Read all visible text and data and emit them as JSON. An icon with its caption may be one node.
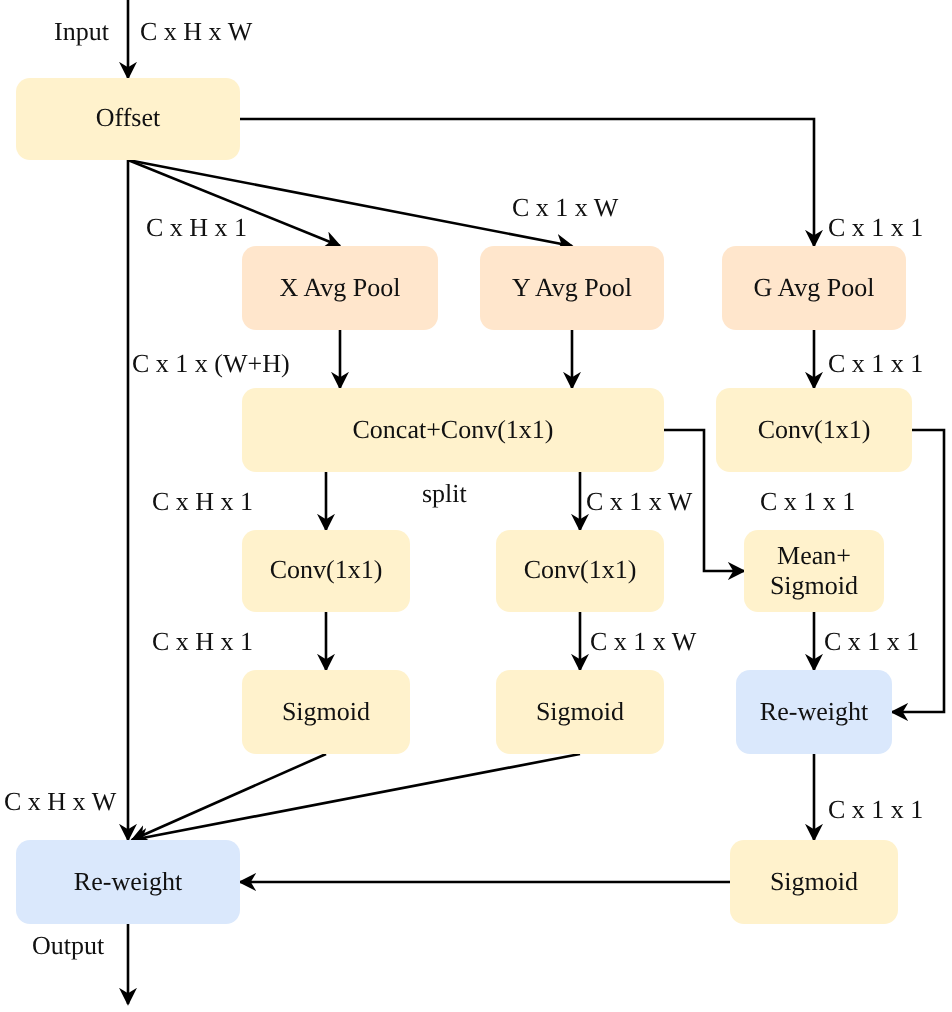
{
  "diagram": {
    "nodes": [
      {
        "text": [
          "Offset"
        ]
      },
      {
        "text": [
          "X Avg Pool"
        ]
      },
      {
        "text": [
          "Y Avg Pool"
        ]
      },
      {
        "text": [
          "G Avg Pool"
        ]
      },
      {
        "text": [
          "Concat+Conv(1x1)"
        ]
      },
      {
        "text": [
          "Conv(1x1)"
        ]
      },
      {
        "text": [
          "Conv(1x1)"
        ]
      },
      {
        "text": [
          "Conv(1x1)"
        ]
      },
      {
        "text": [
          "Mean+ Sigmoid"
        ]
      },
      {
        "text": [
          "Sigmoid"
        ]
      },
      {
        "text": [
          "Sigmoid"
        ]
      },
      {
        "text": [
          "Re-weight"
        ]
      },
      {
        "text": [
          "Re-weight"
        ]
      },
      {
        "text": [
          "Sigmoid"
        ]
      }
    ],
    "edges": [
      {
        "from": null,
        "to": 0,
        "arrow": "to"
      },
      {
        "from": 0,
        "to": 1,
        "arrow": "to"
      },
      {
        "from": 0,
        "to": 2,
        "arrow": "to"
      },
      {
        "from": 0,
        "to": 3,
        "arrow": "to"
      },
      {
        "from": 0,
        "to": 12,
        "arrow": "to"
      },
      {
        "from": 1,
        "to": 4,
        "arrow": "to"
      },
      {
        "from": 2,
        "to": 4,
        "arrow": "to"
      },
      {
        "from": 3,
        "to": 5,
        "arrow": "to"
      },
      {
        "from": 4,
        "to": 6,
        "arrow": "to"
      },
      {
        "from": 4,
        "to": 7,
        "arrow": "to"
      },
      {
        "from": 4,
        "to": 8,
        "arrow": "to"
      },
      {
        "from": 5,
        "to": 11,
        "arrow": "to"
      },
      {
        "from": 6,
        "to": 9,
        "arrow": "to"
      },
      {
        "from": 7,
        "to": 10,
        "arrow": "to"
      },
      {
        "from": 8,
        "to": 11,
        "arrow": "to"
      },
      {
        "from": 9,
        "to": 12,
        "arrow": "to"
      },
      {
        "from": 10,
        "to": 12,
        "arrow": "to"
      },
      {
        "from": 11,
        "to": 13,
        "arrow": "to"
      },
      {
        "from": 13,
        "to": 12,
        "arrow": "to"
      },
      {
        "from": 12,
        "to": null,
        "arrow": "to"
      }
    ],
    "labels": [
      "Input",
      "C x H x W",
      "C x H x 1",
      "C x 1 x W",
      "C x 1 x 1",
      "C x 1 x (W+H)",
      "C x 1 x 1",
      "C x H x 1",
      "split",
      "C x 1 x W",
      "C x 1 x 1",
      "C x H x 1",
      "C x 1 x W",
      "C x 1 x 1",
      "C x H x W",
      "C x 1 x 1",
      "Output"
    ]
  }
}
